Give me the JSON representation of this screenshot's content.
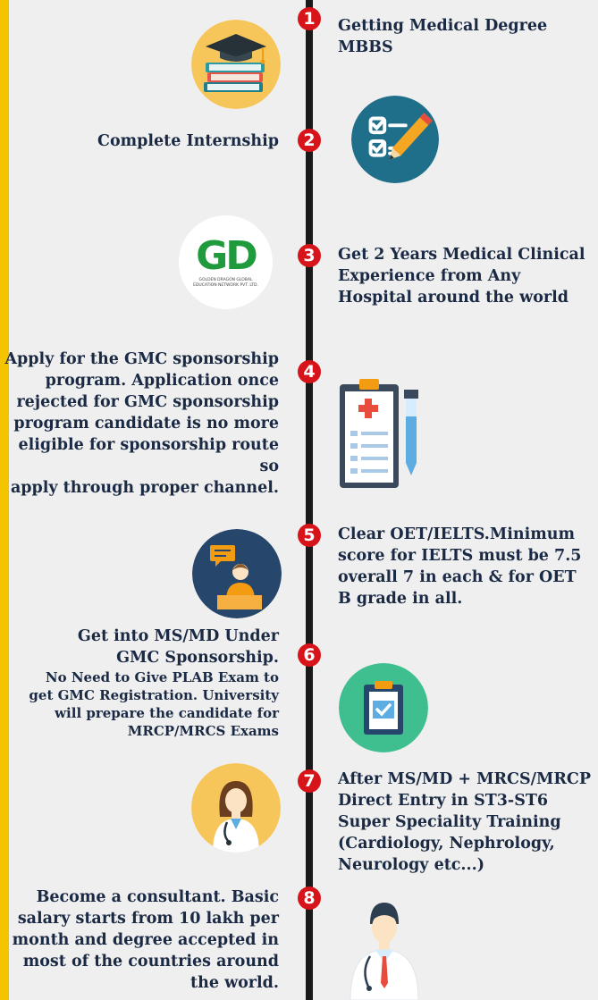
{
  "steps": [
    {
      "num": "1",
      "text": "Getting Medical Degree\nMBBS",
      "icon": "graduation-cap-books-icon"
    },
    {
      "num": "2",
      "text": "Complete Internship",
      "icon": "checklist-pencil-icon"
    },
    {
      "num": "3",
      "text": "Get 2 Years Medical Clinical\nExperience from Any\nHospital around the world",
      "icon": "golden-dragon-logo"
    },
    {
      "num": "4",
      "text": "Apply for the GMC sponsorship\nprogram. Application once\nrejected for GMC sponsorship\nprogram candidate is no more\neligible for sponsorship route so\napply through proper channel.",
      "icon": "medical-clipboard-test-tube-icon"
    },
    {
      "num": "5",
      "text": "Clear OET/IELTS.Minimum\nscore for IELTS must be 7.5\noverall 7 in each &  for OET\nB grade in all.",
      "icon": "presenter-chat-icon"
    },
    {
      "num": "6",
      "title": "Get into MS/MD Under\nGMC Sponsorship.",
      "text": "No Need to Give PLAB Exam to\nget GMC Registration. University\nwill prepare the candidate for\nMRCP/MRCS Exams",
      "icon": "clipboard-check-icon"
    },
    {
      "num": "7",
      "text": "After MS/MD + MRCS/MRCP\nDirect Entry in ST3-ST6\nSuper Speciality Training\n(Cardiology, Nephrology,\nNeurology etc...)",
      "icon": "female-doctor-icon"
    },
    {
      "num": "8",
      "text": "Become a consultant. Basic\nsalary starts from 10 lakh per\nmonth and degree accepted in\nmost of the countries around\nthe world.",
      "icon": "male-doctor-icon"
    }
  ],
  "logo": {
    "main": "GD",
    "tagline": "GOLDEN DRAGON GLOBAL\nEDUCATION NETWORK PVT. LTD."
  },
  "colors": {
    "marker": "#d7141a",
    "timeline": "#1a1a1a",
    "side_bar": "#f5c400",
    "text": "#1b2a44",
    "background": "#efefef"
  }
}
